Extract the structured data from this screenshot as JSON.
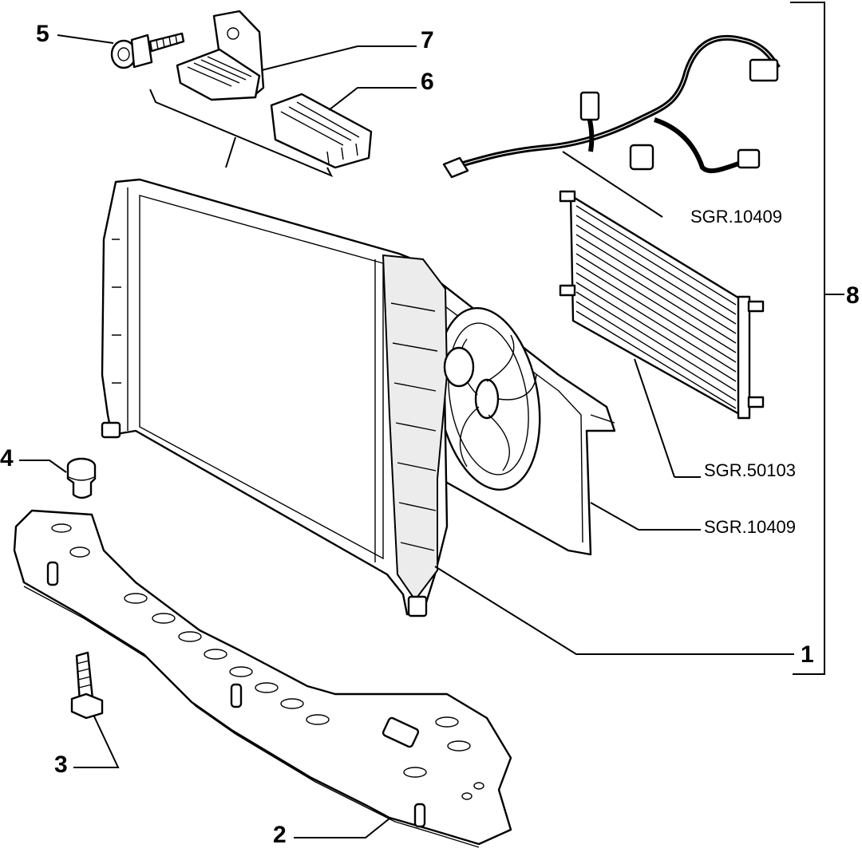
{
  "callouts": {
    "c1": "1",
    "c2": "2",
    "c3": "3",
    "c4": "4",
    "c5": "5",
    "c6": "6",
    "c7": "7",
    "c8": "8"
  },
  "references": {
    "wiring_harness": "SGR.10409",
    "condenser": "SGR.50103",
    "fan_assembly": "SGR.10409"
  }
}
